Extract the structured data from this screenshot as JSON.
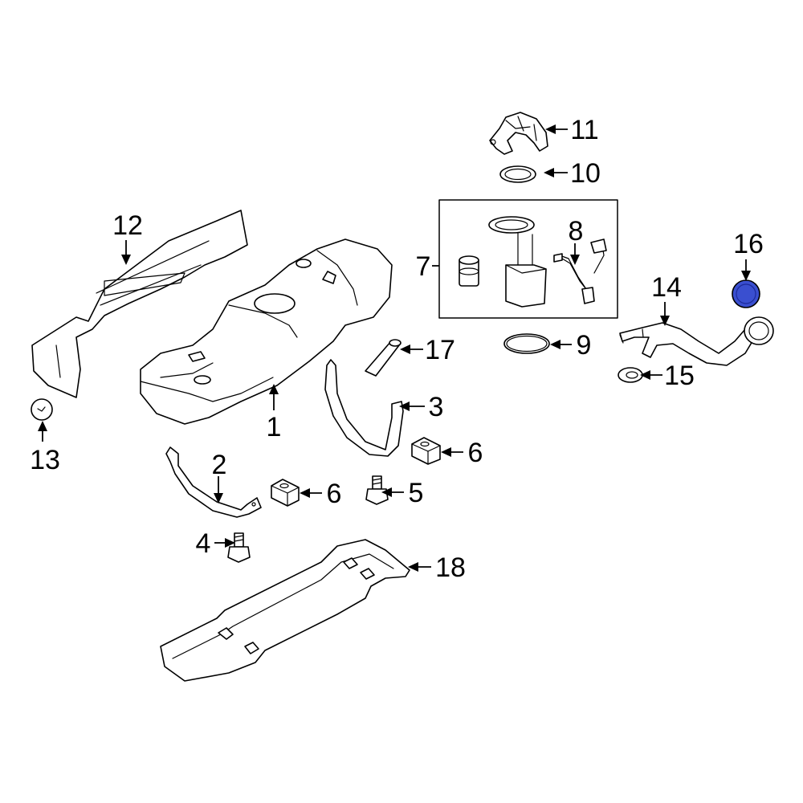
{
  "callouts": {
    "c1": "1",
    "c2": "2",
    "c3": "3",
    "c4": "4",
    "c5": "5",
    "c6a": "6",
    "c6b": "6",
    "c7": "7",
    "c8": "8",
    "c9": "9",
    "c10": "10",
    "c11": "11",
    "c12": "12",
    "c13": "13",
    "c14": "14",
    "c15": "15",
    "c16": "16",
    "c17": "17",
    "c18": "18"
  },
  "colors": {
    "highlight": "#3a4fd0",
    "line": "#000000",
    "background": "#ffffff"
  },
  "highlighted_part": "16"
}
